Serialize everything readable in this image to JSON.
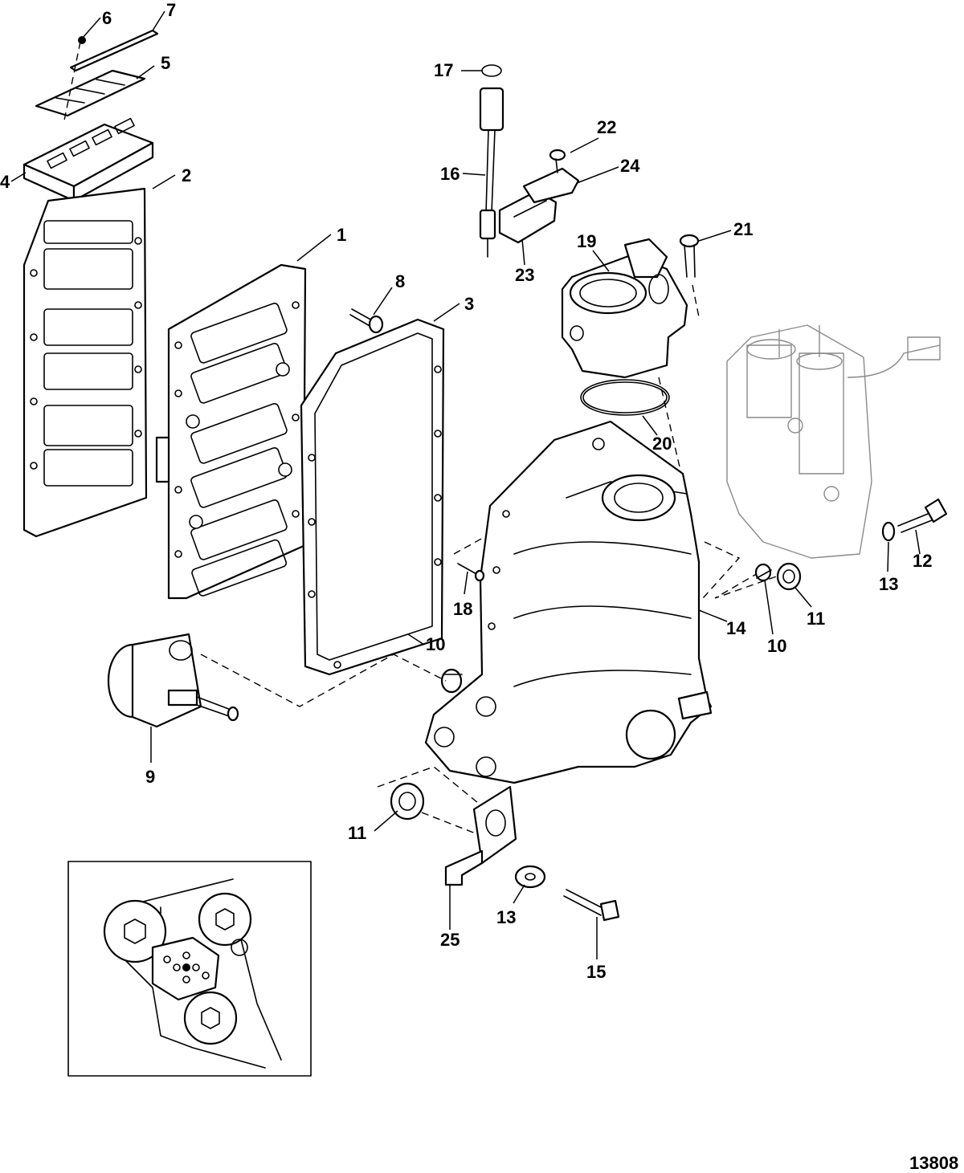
{
  "diagram": {
    "callouts": [
      "1",
      "2",
      "3",
      "4",
      "5",
      "6",
      "7",
      "8",
      "9",
      "10",
      "10",
      "11",
      "11",
      "12",
      "13",
      "13",
      "14",
      "15",
      "16",
      "17",
      "18",
      "19",
      "20",
      "21",
      "22",
      "23",
      "24",
      "25"
    ],
    "figure_number": "13808"
  }
}
